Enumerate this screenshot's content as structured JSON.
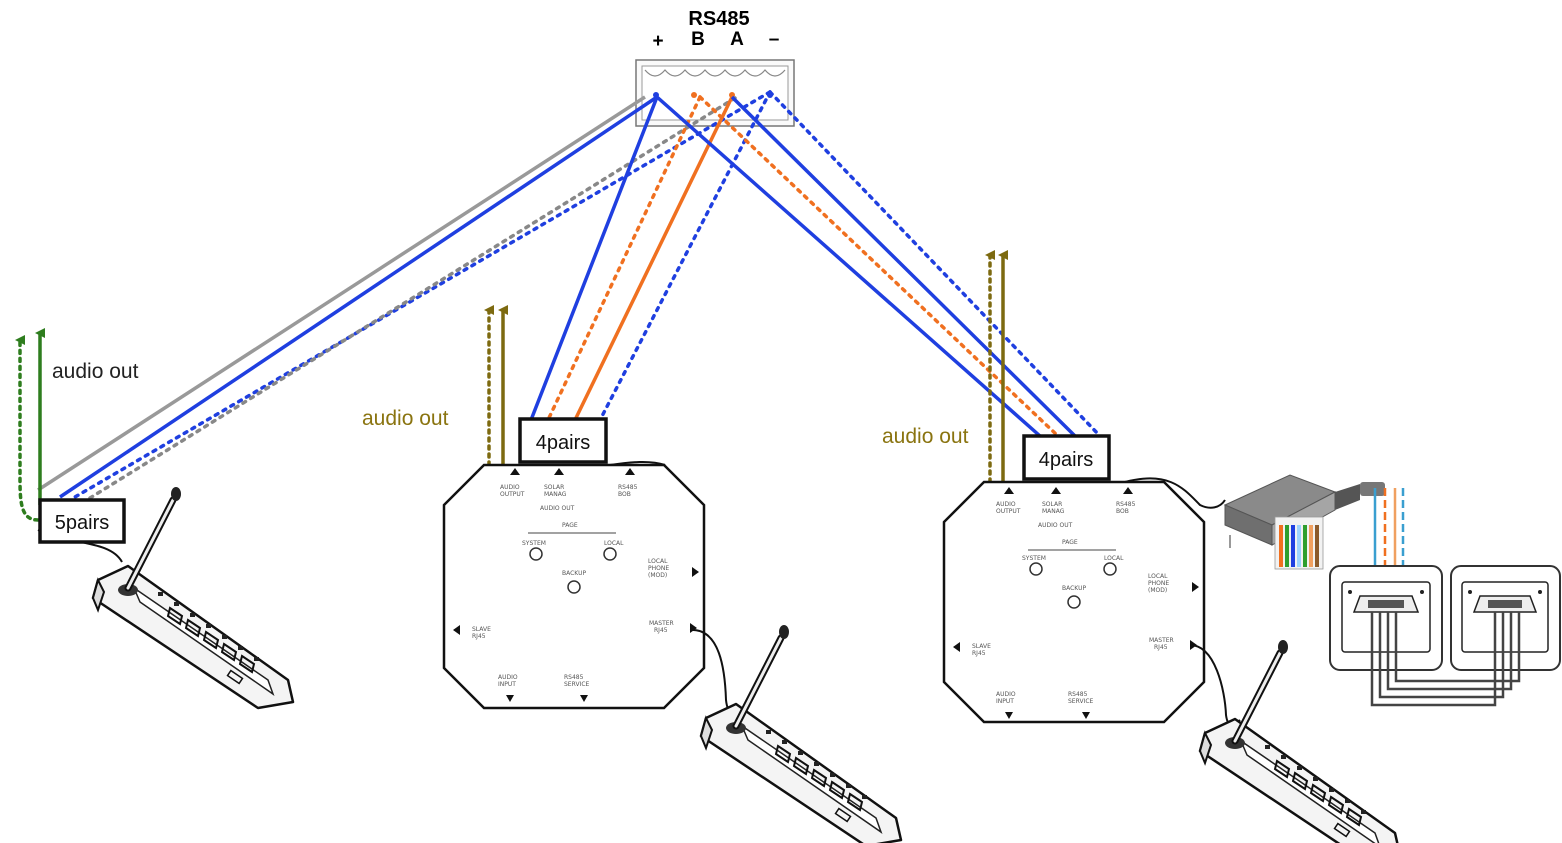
{
  "bus": {
    "title": "RS485",
    "terminals": {
      "plus": "+",
      "b": "B",
      "a": "A",
      "minus": "–"
    }
  },
  "stations": [
    {
      "pairs_label": "5pairs",
      "audio_label": "audio out",
      "audio_color": "#2e7d1e"
    },
    {
      "pairs_label": "4pairs",
      "audio_label": "audio out",
      "audio_color": "#7d6a10"
    },
    {
      "pairs_label": "4pairs",
      "audio_label": "audio out",
      "audio_color": "#7d6a10"
    }
  ],
  "wire_colors": {
    "blue": "#1f3fe0",
    "orange": "#f07020",
    "gray": "#999999",
    "green": "#2e7d1e",
    "olive": "#7d6a10"
  },
  "icons": [
    "microphone-console-icon",
    "interface-box-icon",
    "rj45-connector-icon",
    "wall-socket-icon"
  ]
}
